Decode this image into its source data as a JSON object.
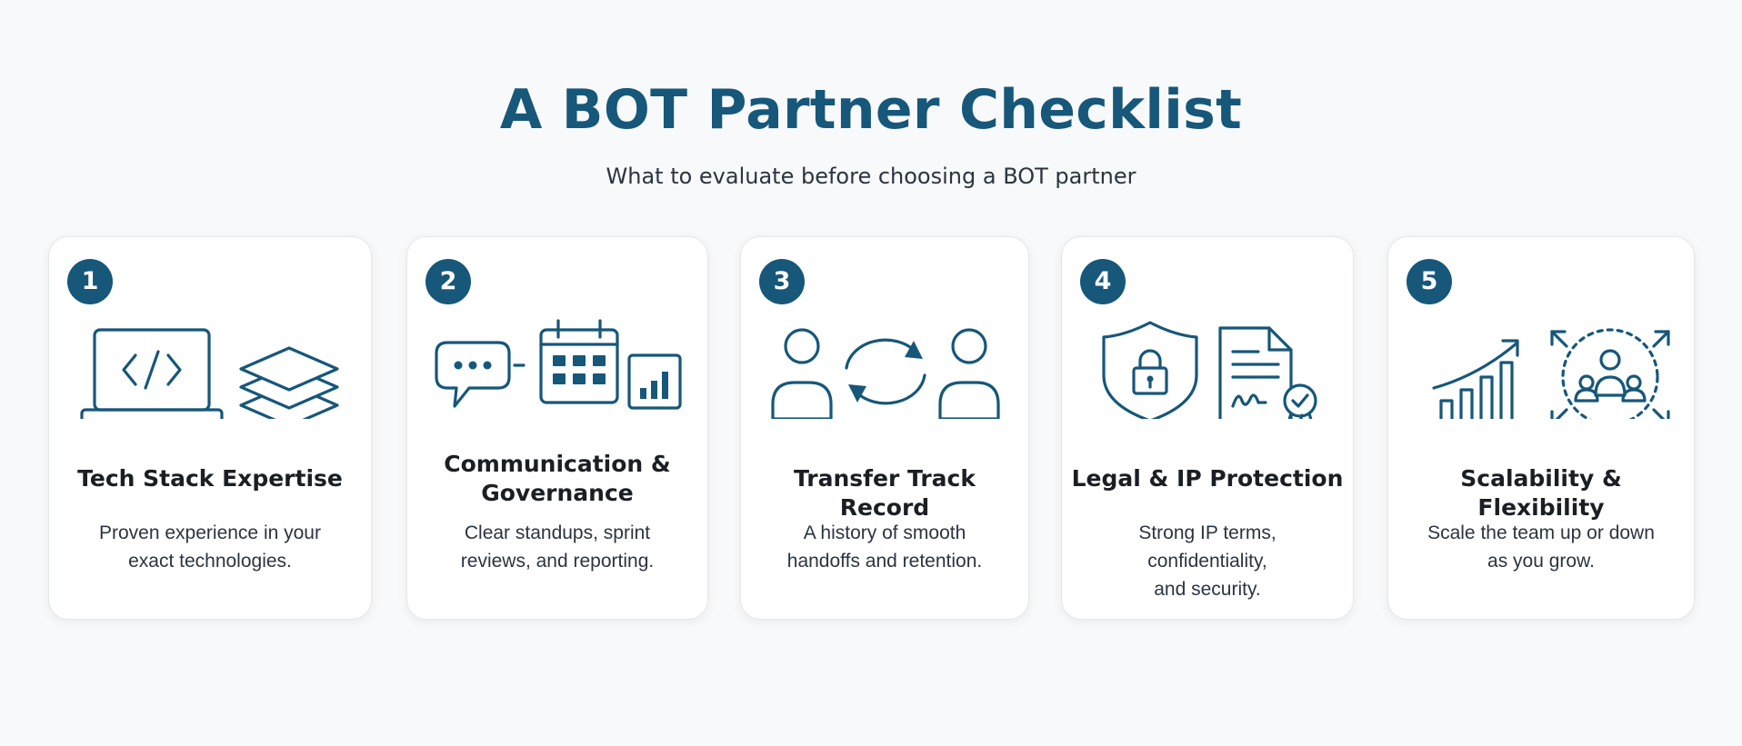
{
  "header": {
    "title": "A BOT Partner Checklist",
    "subtitle": "What to evaluate before choosing a BOT partner"
  },
  "colors": {
    "accent": "#16577a",
    "background": "#f8f9fa",
    "card": "#ffffff",
    "text": "#1b1f24"
  },
  "cards": [
    {
      "number": "1",
      "title": "Tech Stack Expertise",
      "desc_line1": "Proven experience in your",
      "desc_line2": "exact technologies.",
      "icons": [
        "laptop-code-icon",
        "layers-icon"
      ]
    },
    {
      "number": "2",
      "title_line1": "Communication &",
      "title_line2": "Governance",
      "desc_line1": "Clear standups, sprint",
      "desc_line2": "reviews, and reporting.",
      "icons": [
        "chat-bubble-icon",
        "calendar-icon",
        "bar-chart-icon"
      ]
    },
    {
      "number": "3",
      "title": "Transfer Track Record",
      "desc_line1": "A history of smooth",
      "desc_line2": "handoffs and retention.",
      "icons": [
        "person-icon",
        "sync-arrows-icon",
        "person-icon"
      ]
    },
    {
      "number": "4",
      "title": "Legal & IP Protection",
      "desc_line1": "Strong IP terms, confidentiality,",
      "desc_line2": "and security.",
      "icons": [
        "shield-lock-icon",
        "contract-certificate-icon"
      ]
    },
    {
      "number": "5",
      "title": "Scalability & Flexibility",
      "desc_line1": "Scale the team up or down",
      "desc_line2": "as you grow.",
      "icons": [
        "growth-chart-icon",
        "team-expand-icon"
      ]
    }
  ]
}
